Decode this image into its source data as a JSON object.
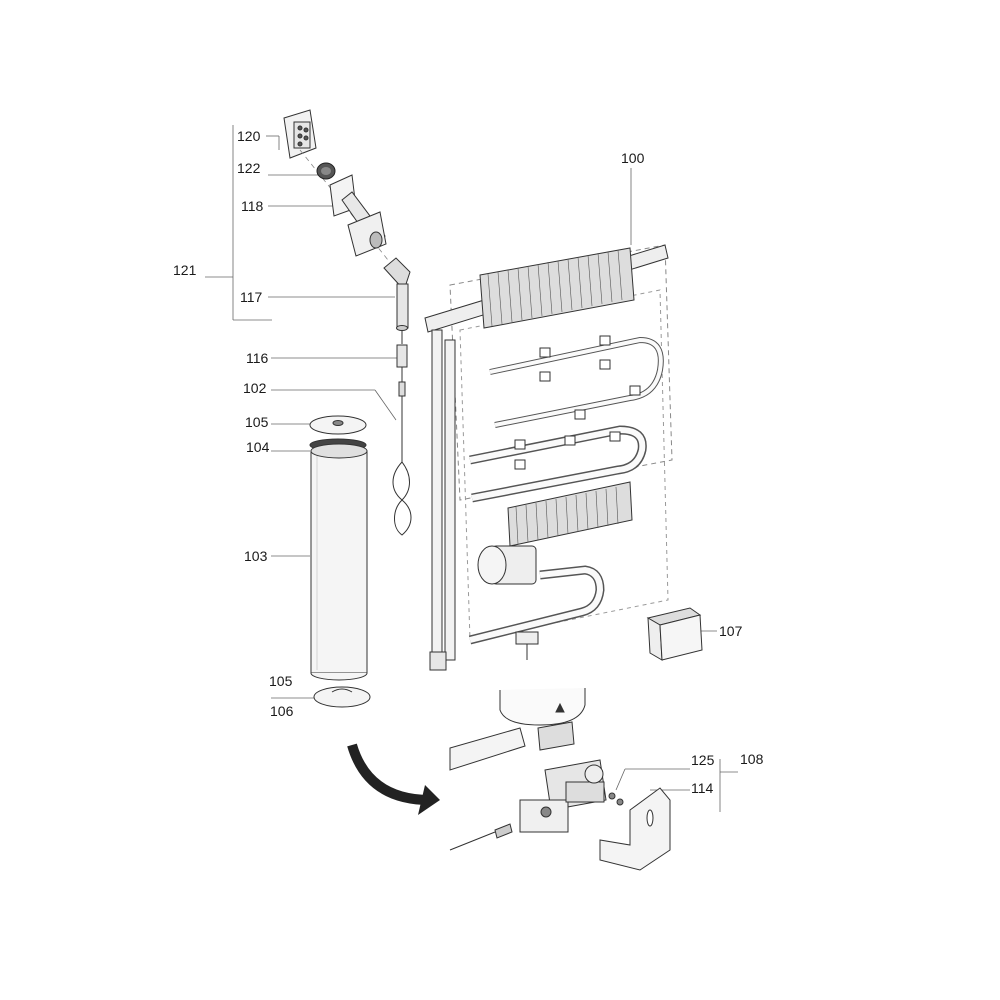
{
  "labels": {
    "l120": "120",
    "l122": "122",
    "l118": "118",
    "l121": "121",
    "l117": "117",
    "l116": "116",
    "l102": "102",
    "l105a": "105",
    "l104": "104",
    "l103": "103",
    "l105b": "105",
    "l106": "106",
    "l100": "100",
    "l107": "107",
    "l125": "125",
    "l108": "108",
    "l114": "114"
  },
  "colors": {
    "line": "#333333",
    "leader": "#666666",
    "fill_light": "#eeeeee",
    "fill_mid": "#cccccc",
    "fill_dark": "#444444"
  }
}
